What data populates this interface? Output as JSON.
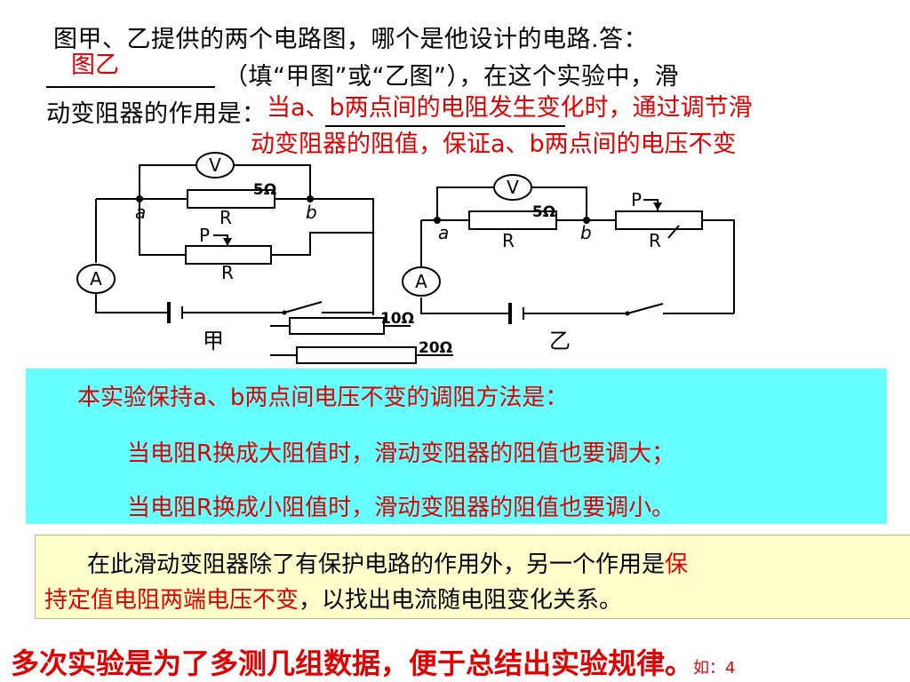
{
  "question": {
    "line1": "图甲、乙提供的两个电路图，哪个是他设计的电路.答：",
    "fill_answer": "图乙",
    "line2": "（填“甲图”或“乙图”），在这个实验中，滑",
    "line3": "动变阻器的作用是：",
    "answer_line1": "当a、b两点间的电阻发生变化时，通过调节滑",
    "answer_line2": "动变阻器的阻值，保证a、b两点间的电压不变"
  },
  "diagram_jia": {
    "caption": "甲",
    "voltmeter": "V",
    "ammeter": "A",
    "fixed_resistor_label": "R",
    "fixed_resistor_value": "5Ω",
    "point_a": "a",
    "point_b": "b",
    "rheostat_label": "R",
    "slider_label": "P"
  },
  "diagram_yi": {
    "caption": "乙",
    "voltmeter": "V",
    "ammeter": "A",
    "fixed_resistor_label": "R",
    "fixed_resistor_value": "5Ω",
    "point_a": "a",
    "point_b": "b",
    "rheostat_label": "R",
    "slider_label": "P"
  },
  "spare_resistors": [
    {
      "label": "10Ω"
    },
    {
      "label": "20Ω"
    }
  ],
  "method_box": {
    "title": "本实验保持a、b两点间电压不变的调阻方法是：",
    "rule_large": "当电阻R换成大阻值时，滑动变阻器的阻值也要调大；",
    "rule_small": "当电阻R换成小阻值时，滑动变阻器的阻值也要调小。"
  },
  "role_box": {
    "text_before": "在此滑动变阻器除了有保护电路的作用外，另一个作用是",
    "text_red_1": "保",
    "text_red_2": "持定值电阻两端电压不变",
    "text_after": "，以找出电流随电阻变化关系。"
  },
  "conclusion": {
    "text": "多次实验是为了多测几组数据，便于总结出实验规律。",
    "note": "如：4"
  },
  "colors": {
    "answer_red": "#e00000",
    "method_box_bg": "#66ffff",
    "role_box_bg": "#ffffcc"
  }
}
